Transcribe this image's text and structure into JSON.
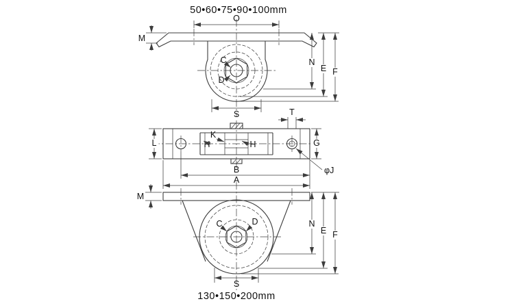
{
  "colors": {
    "line": "#3d3d3d",
    "background": "#ffffff"
  },
  "titles": {
    "top": "50•60•75•90•100mm",
    "bottom": "130•150•200mm"
  },
  "front_view_small": {
    "dim_o": "O",
    "dim_m": "M",
    "dim_n": "N",
    "dim_e": "E",
    "dim_f": "F",
    "dim_s": "S",
    "ref_c": "C",
    "ref_d": "D"
  },
  "plan_view": {
    "dim_l": "L",
    "dim_k": "K",
    "dim_h_left": "H",
    "dim_h_right": "H",
    "dim_t": "T",
    "dim_g": "G",
    "dim_j": "φJ",
    "dim_b": "B",
    "dim_a": "A"
  },
  "front_view_large": {
    "dim_m": "M",
    "dim_n": "N",
    "dim_e": "E",
    "dim_f": "F",
    "dim_s": "S",
    "ref_c": "C",
    "ref_d": "D"
  }
}
